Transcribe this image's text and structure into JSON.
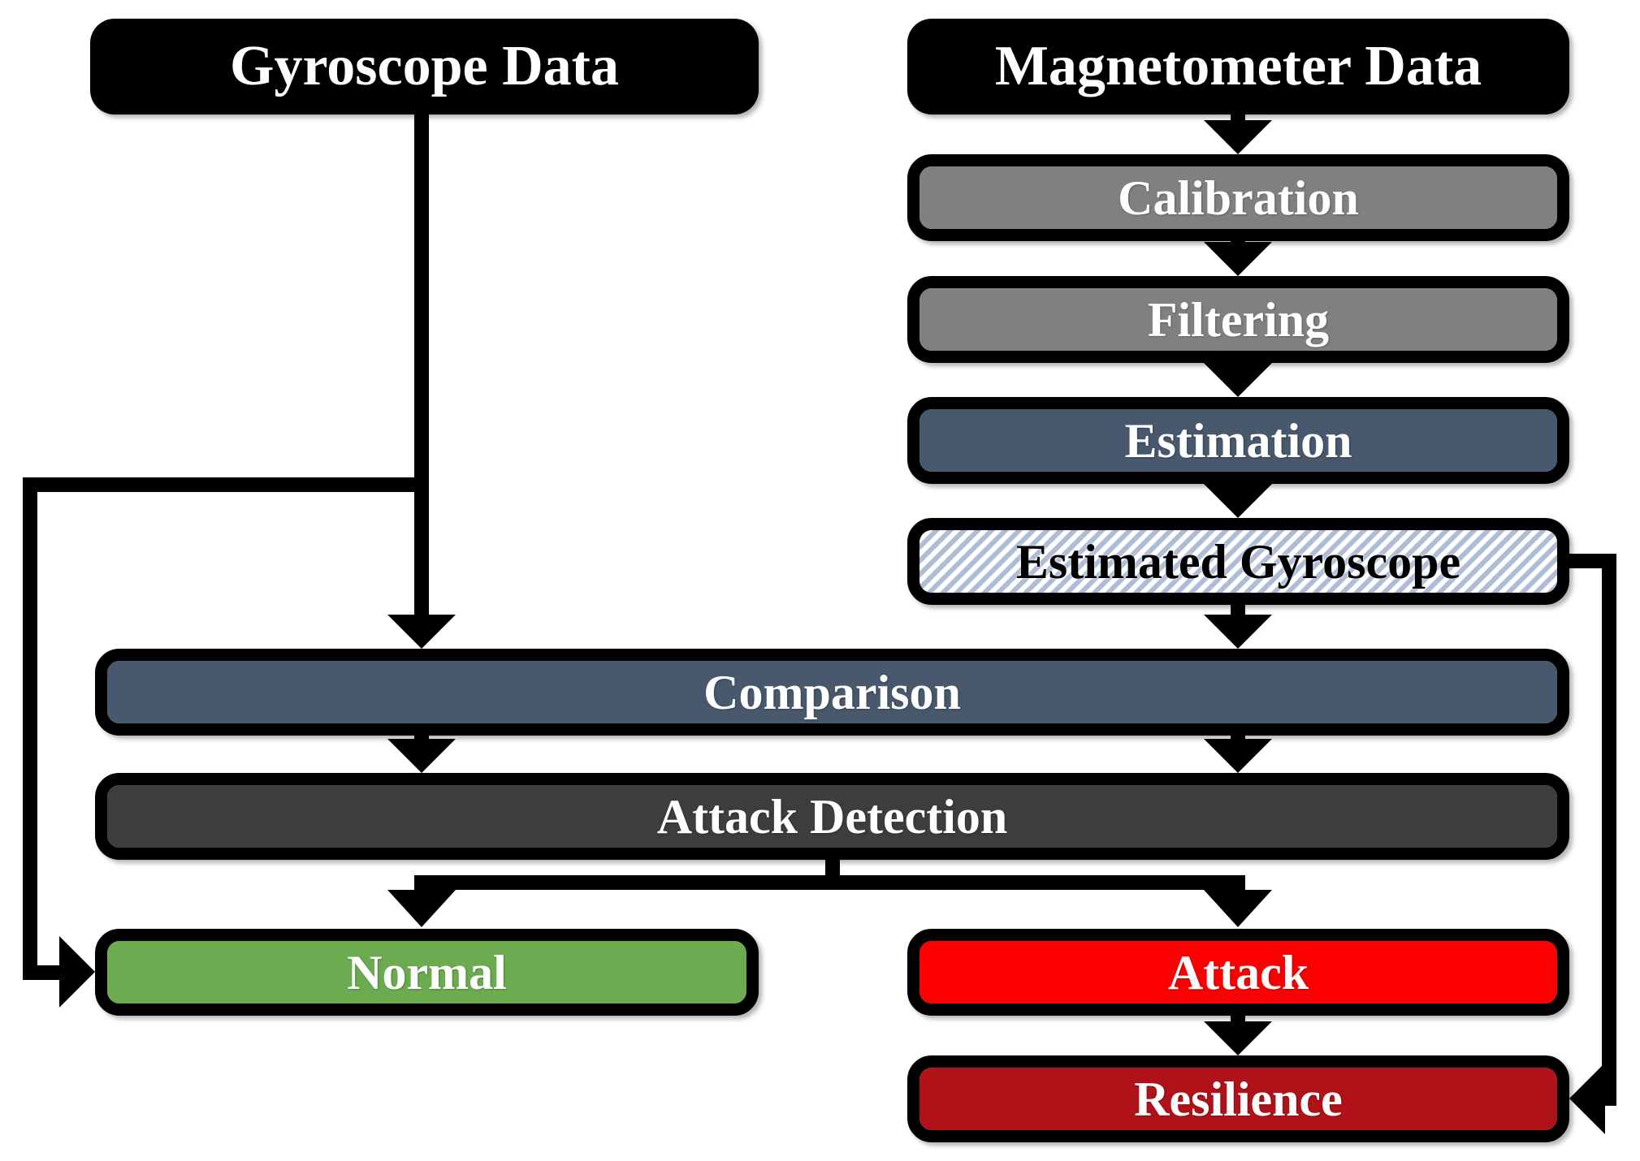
{
  "diagram": {
    "title": "Gyroscope attack detection flowchart",
    "nodes": {
      "gyroscope_data": {
        "label": "Gyroscope Data",
        "fill": "#000000",
        "text_color": "#ffffff"
      },
      "magnetometer_data": {
        "label": "Magnetometer Data",
        "fill": "#000000",
        "text_color": "#ffffff"
      },
      "calibration": {
        "label": "Calibration",
        "fill": "#808080",
        "text_color": "#ffffff"
      },
      "filtering": {
        "label": "Filtering",
        "fill": "#808080",
        "text_color": "#ffffff"
      },
      "estimation": {
        "label": "Estimation",
        "fill": "#48586d",
        "text_color": "#ffffff"
      },
      "estimated_gyroscope": {
        "label": "Estimated Gyroscope",
        "fill": "hatched-diagonal-stripes",
        "text_color": "#000000"
      },
      "comparison": {
        "label": "Comparison",
        "fill": "#48586d",
        "text_color": "#ffffff"
      },
      "attack_detection": {
        "label": "Attack Detection",
        "fill": "#3d3d3d",
        "text_color": "#ffffff"
      },
      "normal": {
        "label": "Normal",
        "fill": "#6cab50",
        "text_color": "#ffffff"
      },
      "attack": {
        "label": "Attack",
        "fill": "#fb0000",
        "text_color": "#ffffff"
      },
      "resilience": {
        "label": "Resilience",
        "fill": "#b0121a",
        "text_color": "#ffffff"
      }
    },
    "edges": [
      {
        "from": "Gyroscope Data",
        "to": "Comparison"
      },
      {
        "from": "Gyroscope Data",
        "to": "Normal"
      },
      {
        "from": "Magnetometer Data",
        "to": "Calibration"
      },
      {
        "from": "Calibration",
        "to": "Filtering"
      },
      {
        "from": "Filtering",
        "to": "Estimation"
      },
      {
        "from": "Estimation",
        "to": "Estimated Gyroscope"
      },
      {
        "from": "Estimated Gyroscope",
        "to": "Comparison"
      },
      {
        "from": "Estimated Gyroscope",
        "to": "Resilience"
      },
      {
        "from": "Comparison",
        "to": "Attack Detection"
      },
      {
        "from": "Attack Detection",
        "to": "Normal"
      },
      {
        "from": "Attack Detection",
        "to": "Attack"
      },
      {
        "from": "Attack",
        "to": "Resilience"
      }
    ],
    "colors": {
      "connector": "#000000",
      "box_border": "#000000",
      "gray": "#808080",
      "slate": "#48586d",
      "charcoal": "#3d3d3d",
      "green": "#6cab50",
      "red": "#fb0000",
      "dark_red": "#b0121a",
      "hatch_stripe": "#aebcd6",
      "hatch_background": "#ffffff"
    }
  }
}
